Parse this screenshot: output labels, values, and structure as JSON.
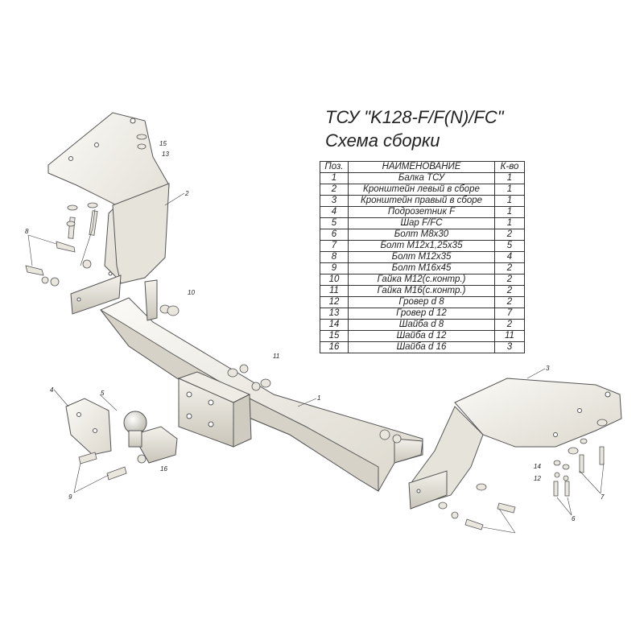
{
  "title": "ТСУ \"K128-F/F(N)/FC\"",
  "subtitle": "Схема сборки",
  "table": {
    "headers": [
      "Поз.",
      "НАИМЕНОВАНИЕ",
      "К-во"
    ],
    "rows": [
      [
        "1",
        "Балка ТСУ",
        "1"
      ],
      [
        "2",
        "Кронштейн левый в сборе",
        "1"
      ],
      [
        "3",
        "Кронштейн правый в сборе",
        "1"
      ],
      [
        "4",
        "Подрозетник F",
        "1"
      ],
      [
        "5",
        "Шар F/FC",
        "1"
      ],
      [
        "6",
        "Болт М8х30",
        "2"
      ],
      [
        "7",
        "Болт М12х1,25х35",
        "5"
      ],
      [
        "8",
        "Болт М12х35",
        "4"
      ],
      [
        "9",
        "Болт М16х45",
        "2"
      ],
      [
        "10",
        "Гайка М12(с.контр.)",
        "2"
      ],
      [
        "11",
        "Гайка  М16(с.контр.)",
        "2"
      ],
      [
        "12",
        "Гровер d 8",
        "2"
      ],
      [
        "13",
        "Гровер d 12",
        "7"
      ],
      [
        "14",
        "Шайба d 8",
        "2"
      ],
      [
        "15",
        "Шайба d 12",
        "11"
      ],
      [
        "16",
        "Шайба d 16",
        "3"
      ]
    ]
  },
  "callouts": [
    "1",
    "2",
    "3",
    "4",
    "5",
    "6",
    "7",
    "8",
    "9",
    "10",
    "11",
    "12",
    "13",
    "14",
    "15",
    "16"
  ],
  "colors": {
    "part_fill": "#f2f0ea",
    "part_stroke": "#555555",
    "shadow": "#d8d5cc"
  }
}
